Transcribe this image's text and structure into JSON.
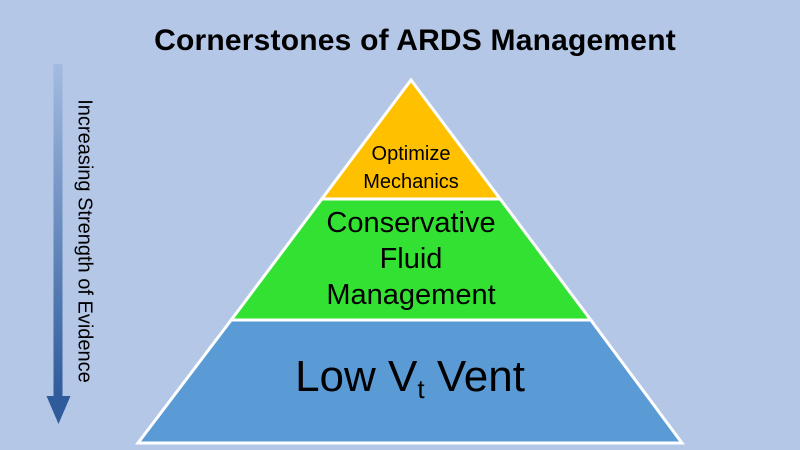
{
  "title": "Cornerstones of ARDS Management",
  "arrow": {
    "label": "Increasing Strength of Evidence",
    "direction": "down"
  },
  "pyramid": {
    "tiers": [
      {
        "id": "optimize-mechanics",
        "color": "#FFC000",
        "lines": [
          "Optimize",
          "Mechanics"
        ]
      },
      {
        "id": "conservative-fluid-management",
        "color": "#33E133",
        "lines": [
          "Conservative",
          "Fluid",
          "Management"
        ]
      },
      {
        "id": "low-vt-vent",
        "color": "#5B9BD5",
        "label": {
          "pre": "Low V",
          "sub": "t",
          "post": " Vent"
        }
      }
    ]
  },
  "colors": {
    "background": "#B4C7E7",
    "tier_top": "#FFC000",
    "tier_middle": "#33E133",
    "tier_bottom": "#5B9BD5",
    "outline": "#FFFFFF",
    "text": "#000000",
    "arrow_gradient_top": "#A3BBE0",
    "arrow_gradient_bottom": "#2F5B9B"
  }
}
